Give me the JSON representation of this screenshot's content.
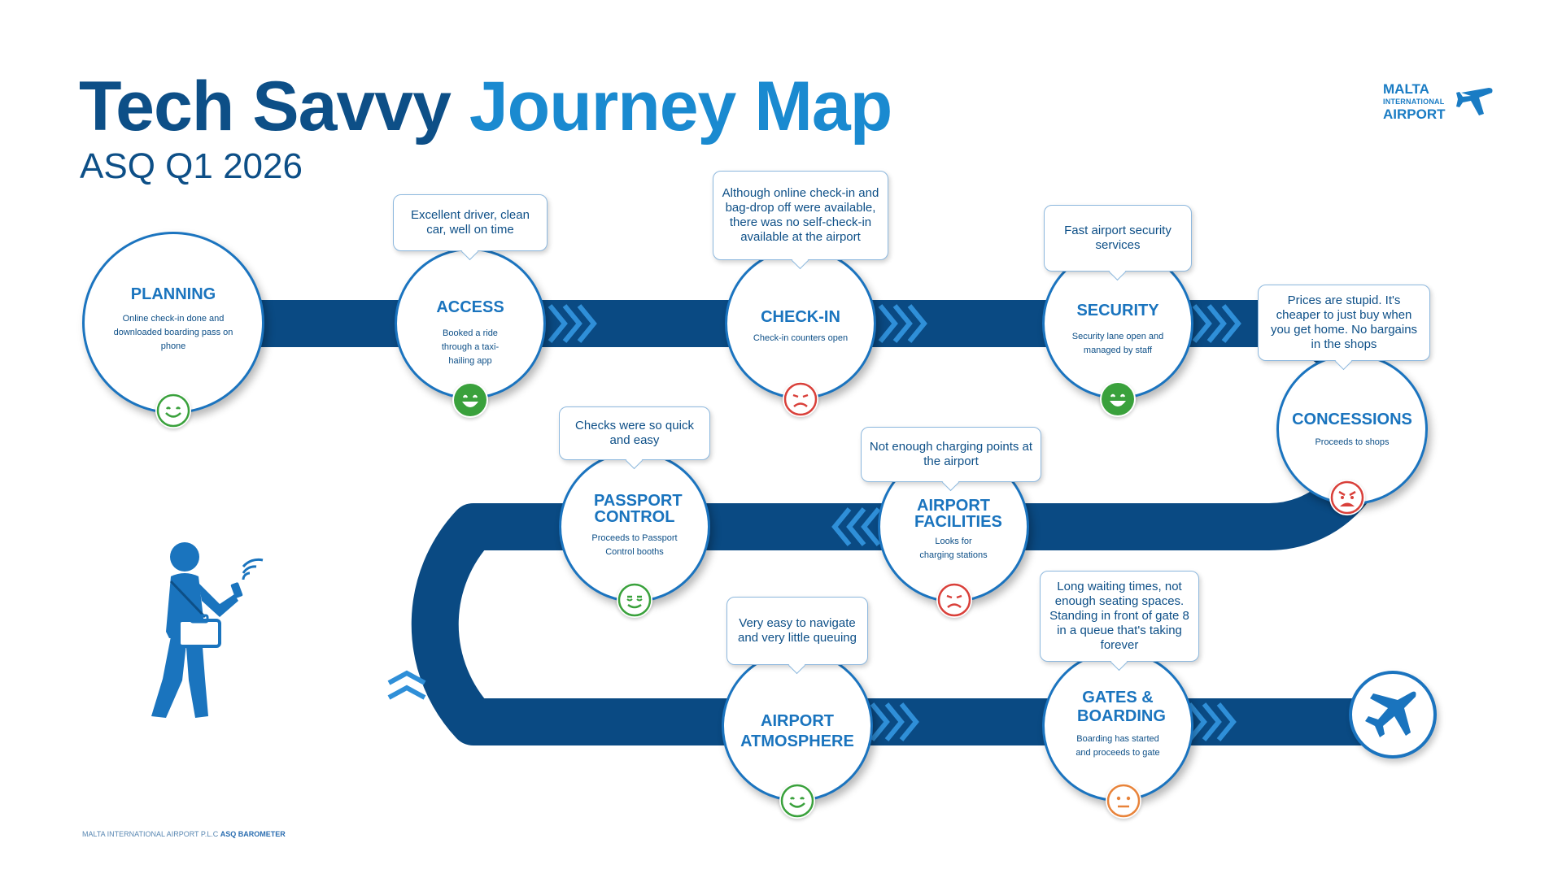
{
  "header": {
    "title_part1": "Tech Savvy",
    "title_part2": "Journey Map",
    "subtitle": "ASQ Q1 2026"
  },
  "logo": {
    "line1": "MALTA",
    "line2": "INTERNATIONAL",
    "line3": "AIRPORT"
  },
  "footer": {
    "company": "MALTA INTERNATIONAL AIRPORT P.L.C",
    "program": "ASQ BAROMETER"
  },
  "colors": {
    "road": "#0a4a83",
    "accent": "#1a74be",
    "chevron": "#2f8fd8",
    "happy": "#3aa13c",
    "neutral": "#e8833a",
    "sad": "#d9403a"
  },
  "stages": [
    {
      "name": "PLANNING",
      "description": "Online check-in done and downloaded boarding pass on phone",
      "sentiment": "happy",
      "icon": "smiley-happy-icon"
    },
    {
      "name": "ACCESS",
      "description": "Booked a ride through a taxi-hailing app",
      "sentiment": "happy",
      "icon": "smiley-happy-icon",
      "comment": "Excellent driver, clean car, well on time"
    },
    {
      "name": "CHECK-IN",
      "description": "Check-in counters open",
      "sentiment": "sad",
      "icon": "smiley-sad-icon",
      "comment": "Although online check-in and bag-drop off were available, there was no self-check-in available at the airport"
    },
    {
      "name": "SECURITY",
      "description": "Security lane open and managed by staff",
      "sentiment": "happy",
      "icon": "smiley-happy-icon",
      "comment": "Fast airport security services"
    },
    {
      "name": "CONCESSIONS",
      "description": "Proceeds to shops",
      "sentiment": "angry",
      "icon": "smiley-angry-icon",
      "comment": "Prices are stupid. It's cheaper to just buy when you get home. No bargains in the shops"
    },
    {
      "name": "AIRPORT FACILITIES",
      "description": "Looks for charging stations",
      "sentiment": "sad",
      "icon": "smiley-sad-icon",
      "comment": "Not enough charging points at the airport"
    },
    {
      "name": "PASSPORT CONTROL",
      "description": "Proceeds to Passport Control booths",
      "sentiment": "relieved",
      "icon": "smiley-relieved-icon",
      "comment": "Checks were so quick and easy"
    },
    {
      "name": "AIRPORT ATMOSPHERE",
      "description": "",
      "sentiment": "happy",
      "icon": "smiley-happy-icon",
      "comment": "Very easy to navigate and very little queuing"
    },
    {
      "name": "GATES & BOARDING",
      "description": "Boarding has started and proceeds to gate",
      "sentiment": "neutral",
      "icon": "smiley-neutral-icon",
      "comment": "Long waiting times, not enough seating spaces. Standing in front of gate 8 in a queue that's taking forever"
    }
  ],
  "icons": {
    "traveler": "traveler-with-phone-icon",
    "end": "airplane-icon",
    "logo": "plane-logo-icon"
  }
}
